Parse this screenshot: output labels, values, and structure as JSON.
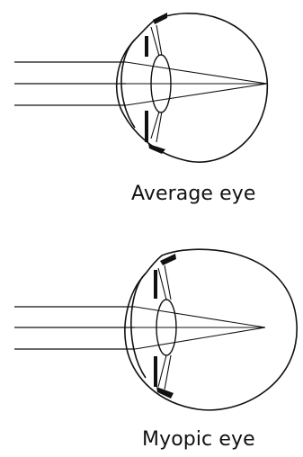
{
  "diagram": {
    "panels": [
      {
        "id": "average",
        "caption": "Average eye"
      },
      {
        "id": "myopic",
        "caption": "Myopic eye"
      }
    ],
    "colors": {
      "stroke": "#111111",
      "background": "#ffffff"
    }
  }
}
